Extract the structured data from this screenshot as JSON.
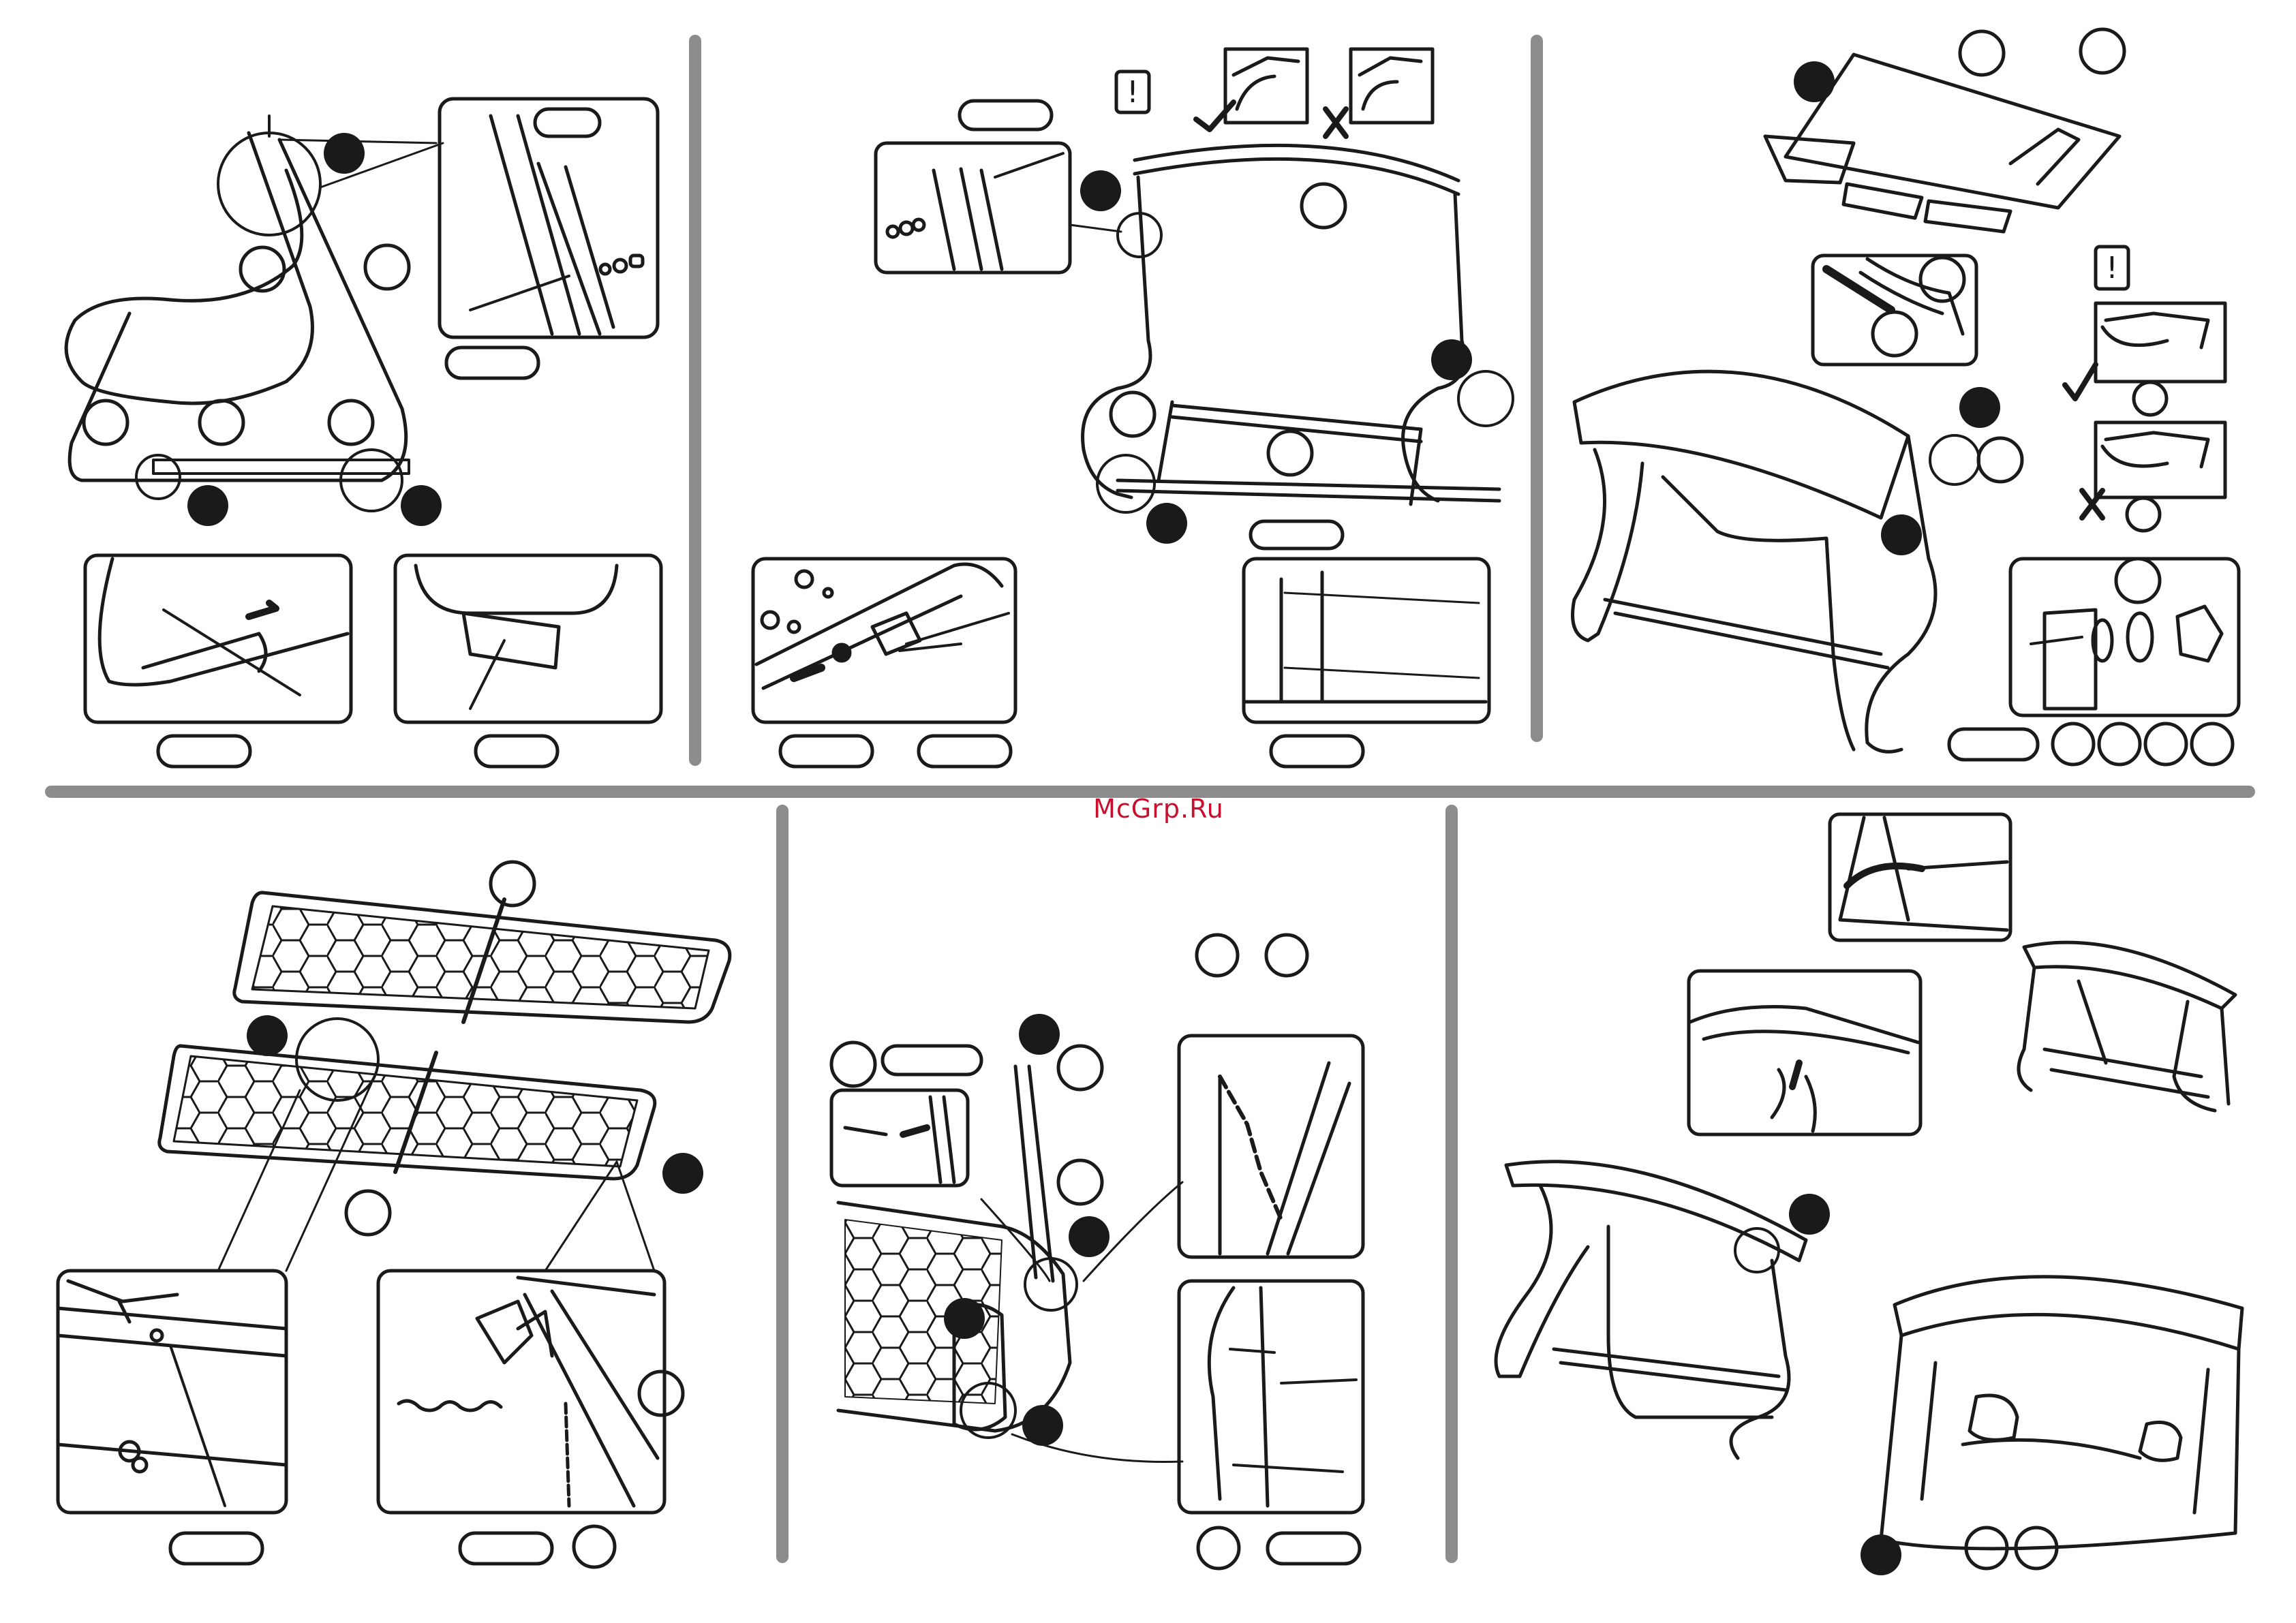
{
  "watermark": "McGrp.Ru",
  "colors": {
    "line": "#1a1a1a",
    "divider": "#8c8c8c",
    "watermark": "#c8102e",
    "marker": "#1a1a1a",
    "fabric": "#ffffff"
  },
  "icons": {
    "caution": "exclamation-box-icon",
    "correct": "check-mark-icon",
    "wrong": "cross-mark-icon",
    "bolt": "bolt-icon",
    "nut": "nut-icon",
    "washer": "washer-icon",
    "spring": "spring-icon",
    "chain": "chain-icon",
    "knob": "knob-icon"
  },
  "panels": [
    {
      "id": "panel-1",
      "step": "side-frame-assembly"
    },
    {
      "id": "panel-2",
      "step": "top-frame-assembly"
    },
    {
      "id": "panel-3",
      "step": "canopy-installation"
    },
    {
      "id": "panel-4",
      "step": "seat-frame-assembly"
    },
    {
      "id": "panel-5",
      "step": "seat-hanging"
    },
    {
      "id": "panel-6",
      "step": "final-assembly"
    }
  ]
}
